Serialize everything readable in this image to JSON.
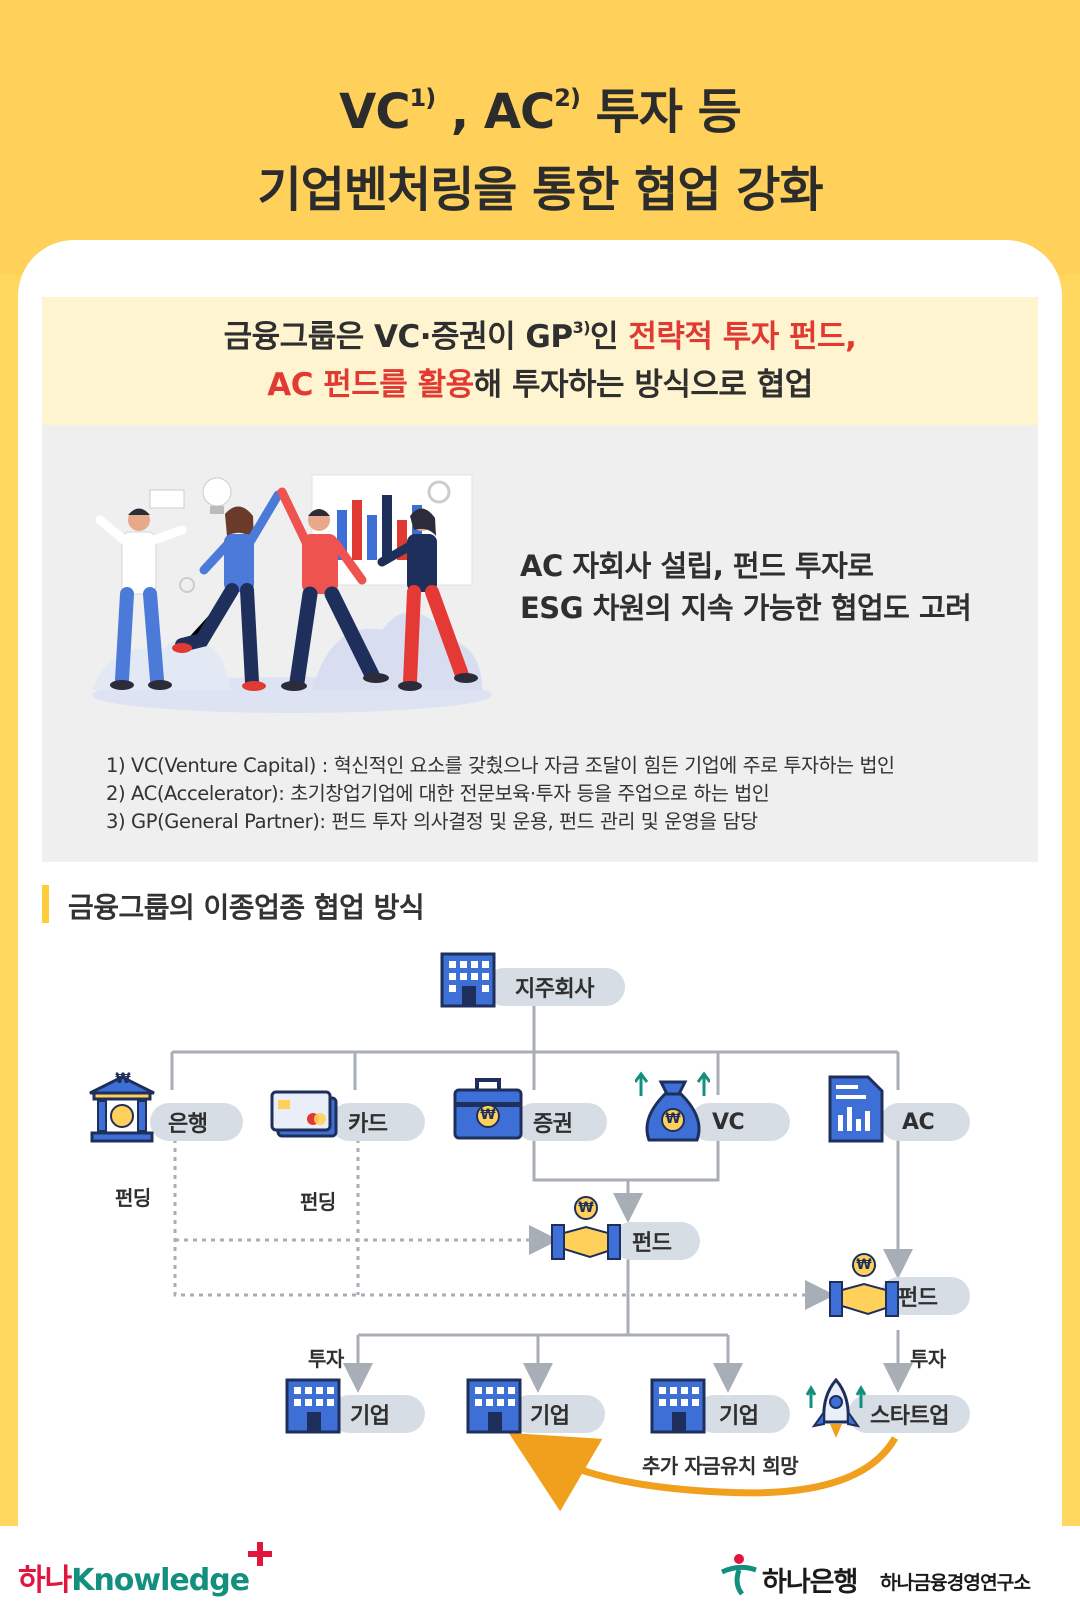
{
  "header": {
    "line1_vc": "VC",
    "line1_sup1": "1)",
    "line1_sep": " , AC",
    "line1_sup2": "2)",
    "line1_rest": " 투자 등",
    "line2": "기업벤처링을 통한 협업 강화"
  },
  "callout": {
    "l1_a": "금융그룹은 VC·증권이 GP",
    "l1_sup": "3)",
    "l1_b": "인 ",
    "l1_red": "전략적 투자 펀드,",
    "l2_red": "AC 펀드를 활용",
    "l2_b": "해 투자하는 방식으로 협업"
  },
  "ac_note": {
    "line1": "AC 자회사 설립, 펀드 투자로",
    "line2": "ESG 차원의 지속 가능한 협업도 고려"
  },
  "footnotes": [
    "1) VC(Venture Capital) : 혁신적인 요소를 갖췄으나 자금 조달이 힘든 기업에 주로 투자하는 법인",
    "2) AC(Accelerator): 초기창업기업에 대한 전문보육·투자 등을 주업으로 하는 법인",
    "3) GP(General Partner): 펀드 투자 의사결정 및 운용, 펀드 관리 및 운영을 담당"
  ],
  "section_title": "금융그룹의 이종업종 협업 방식",
  "diagram": {
    "holding": "지주회사",
    "bank": "은행",
    "card": "카드",
    "securities": "증권",
    "vc": "VC",
    "ac": "AC",
    "fund_center": "펀드",
    "fund_right": "펀드",
    "funding_left": "펀딩",
    "funding_mid": "펀딩",
    "invest_left": "투자",
    "invest_right": "투자",
    "company1": "기업",
    "company2": "기업",
    "company3": "기업",
    "startup": "스타트업",
    "additional": "추가 자금유치 희망",
    "won": "₩"
  },
  "footer": {
    "brand_hana": "하나",
    "brand_knowledge": "Knowledge",
    "bank": "하나은행",
    "institute": "하나금융경영연구소"
  },
  "colors": {
    "background": "#ffd75e",
    "accent_red": "#e03a33",
    "icon_blue": "#3d6fd6",
    "pill": "#d6dde5",
    "arrow_orange": "#f0a01c"
  }
}
